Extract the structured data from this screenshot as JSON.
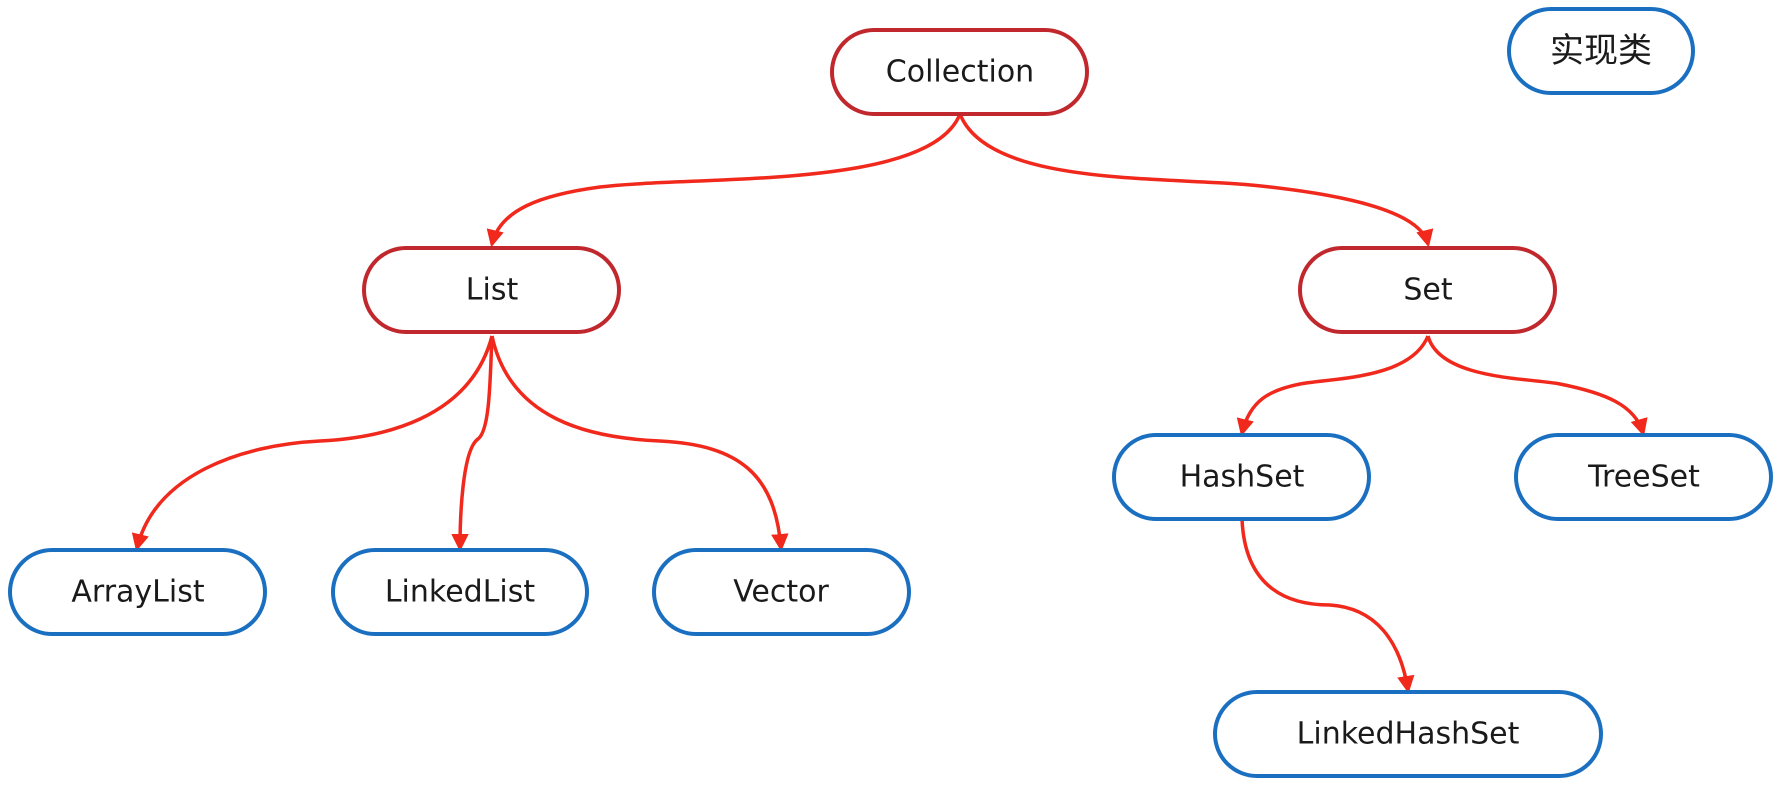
{
  "nodes": {
    "collection": {
      "label": "Collection",
      "kind": "interface"
    },
    "list": {
      "label": "List",
      "kind": "interface"
    },
    "set": {
      "label": "Set",
      "kind": "interface"
    },
    "arraylist": {
      "label": "ArrayList",
      "kind": "impl"
    },
    "linkedlist": {
      "label": "LinkedList",
      "kind": "impl"
    },
    "vector": {
      "label": "Vector",
      "kind": "impl"
    },
    "hashset": {
      "label": "HashSet",
      "kind": "impl"
    },
    "treeset": {
      "label": "TreeSet",
      "kind": "impl"
    },
    "linkedhashset": {
      "label": "LinkedHashSet",
      "kind": "impl"
    }
  },
  "legend": {
    "label": "实现类",
    "kind": "impl"
  },
  "edges": [
    {
      "from": "collection",
      "to": "list"
    },
    {
      "from": "collection",
      "to": "set"
    },
    {
      "from": "list",
      "to": "arraylist"
    },
    {
      "from": "list",
      "to": "linkedlist"
    },
    {
      "from": "list",
      "to": "vector"
    },
    {
      "from": "set",
      "to": "hashset"
    },
    {
      "from": "set",
      "to": "treeset"
    },
    {
      "from": "hashset",
      "to": "linkedhashset"
    }
  ],
  "colors": {
    "interface_border": "#c0282d",
    "impl_border": "#1a6fc0",
    "edge": "#f0291c"
  }
}
